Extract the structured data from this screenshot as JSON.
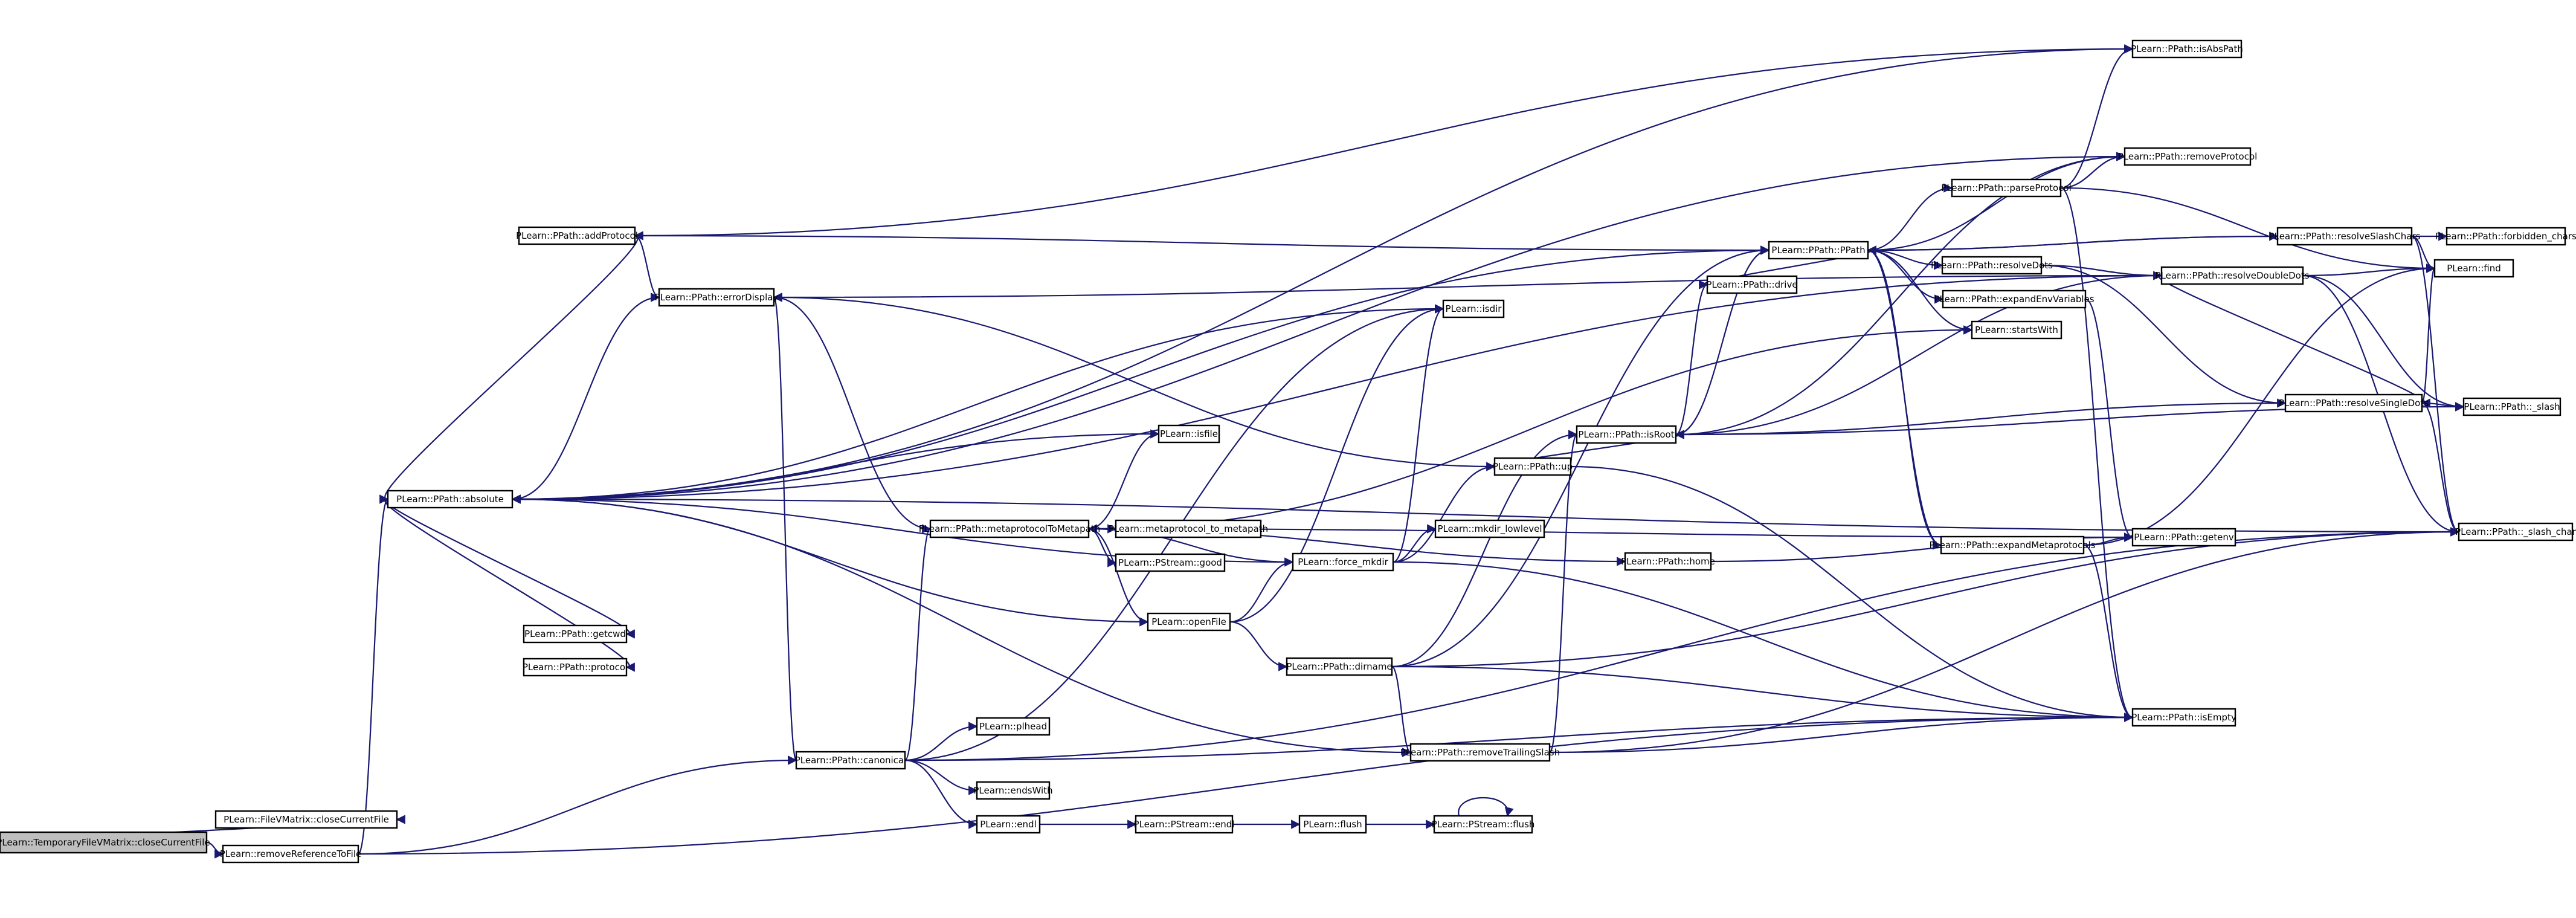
{
  "graph": {
    "edge_color": "#191970",
    "root_fill": "#bfbfbf",
    "nodes": [
      {
        "id": "root",
        "label": "PLearn::TemporaryFileVMatrix::closeCurrentFile",
        "root": true
      },
      {
        "id": "fvm_close",
        "label": "PLearn::FileVMatrix::closeCurrentFile"
      },
      {
        "id": "removeRef",
        "label": "PLearn::removeReferenceToFile"
      },
      {
        "id": "absolute",
        "label": "PLearn::PPath::absolute"
      },
      {
        "id": "addProtocol",
        "label": "PLearn::PPath::addProtocol"
      },
      {
        "id": "errorDisplay",
        "label": "PLearn::PPath::errorDisplay"
      },
      {
        "id": "getcwd",
        "label": "PLearn::PPath::getcwd"
      },
      {
        "id": "protocol",
        "label": "PLearn::PPath::protocol"
      },
      {
        "id": "canonical",
        "label": "PLearn::PPath::canonical"
      },
      {
        "id": "meta2meta",
        "label": "PLearn::PPath::metaprotocolToMetapath"
      },
      {
        "id": "isfile",
        "label": "PLearn::isfile"
      },
      {
        "id": "isdir",
        "label": "PLearn::isdir"
      },
      {
        "id": "mp_to_mp",
        "label": "PLearn::metaprotocol_to_metapath"
      },
      {
        "id": "psgood",
        "label": "PLearn::PStream::good"
      },
      {
        "id": "openFile",
        "label": "PLearn::openFile"
      },
      {
        "id": "force_mkdir",
        "label": "PLearn::force_mkdir"
      },
      {
        "id": "mkdir_lowlevel",
        "label": "PLearn::mkdir_lowlevel"
      },
      {
        "id": "up",
        "label": "PLearn::PPath::up"
      },
      {
        "id": "home",
        "label": "PLearn::PPath::home"
      },
      {
        "id": "dirname",
        "label": "PLearn::PPath::dirname"
      },
      {
        "id": "pl_head",
        "label": "PLearn::plhead"
      },
      {
        "id": "endsWith",
        "label": "PLearn::endsWith"
      },
      {
        "id": "endl",
        "label": "PLearn::endl"
      },
      {
        "id": "ps_endl",
        "label": "PLearn::PStream::endl"
      },
      {
        "id": "flush",
        "label": "PLearn::flush"
      },
      {
        "id": "ps_flush",
        "label": "PLearn::PStream::flush"
      },
      {
        "id": "rts",
        "label": "PLearn::PPath::removeTrailingSlash"
      },
      {
        "id": "drive",
        "label": "PLearn::PPath::drive"
      },
      {
        "id": "isRoot",
        "label": "PLearn::PPath::isRoot"
      },
      {
        "id": "pparse",
        "label": "PLearn::PPath::parseProtocol"
      },
      {
        "id": "ppath",
        "label": "PLearn::PPath::PPath"
      },
      {
        "id": "resolveDots",
        "label": "PLearn::PPath::resolveDots"
      },
      {
        "id": "expEnv",
        "label": "PLearn::PPath::expandEnvVariables"
      },
      {
        "id": "startsWith",
        "label": "PLearn::startsWith"
      },
      {
        "id": "expMeta",
        "label": "PLearn::PPath::expandMetaprotocols"
      },
      {
        "id": "resolveSlash",
        "label": "PLearn::PPath::resolveSlashChars"
      },
      {
        "id": "resolveDouble",
        "label": "PLearn::PPath::resolveDoubleDots"
      },
      {
        "id": "resolveSingle",
        "label": "PLearn::PPath::resolveSingleDots"
      },
      {
        "id": "getenv",
        "label": "PLearn::PPath::getenv"
      },
      {
        "id": "isEmpty",
        "label": "PLearn::PPath::isEmpty"
      },
      {
        "id": "isAbsPath",
        "label": "PLearn::PPath::isAbsPath"
      },
      {
        "id": "removeProtocol",
        "label": "PLearn::PPath::removeProtocol"
      },
      {
        "id": "forbidden",
        "label": "PLearn::PPath::forbidden_chars"
      },
      {
        "id": "find",
        "label": "PLearn::find"
      },
      {
        "id": "slash",
        "label": "PLearn::PPath::_slash"
      },
      {
        "id": "slash_char",
        "label": "PLearn::PPath::_slash_char"
      }
    ],
    "edges": [
      [
        "root",
        "fvm_close"
      ],
      [
        "root",
        "removeRef"
      ],
      [
        "removeRef",
        "absolute"
      ],
      [
        "removeRef",
        "canonical"
      ],
      [
        "removeRef",
        "isEmpty"
      ],
      [
        "absolute",
        "addProtocol"
      ],
      [
        "absolute",
        "errorDisplay"
      ],
      [
        "absolute",
        "getcwd"
      ],
      [
        "absolute",
        "protocol"
      ],
      [
        "absolute",
        "isAbsPath"
      ],
      [
        "absolute",
        "ppath"
      ],
      [
        "absolute",
        "slash_char"
      ],
      [
        "absolute",
        "rts"
      ],
      [
        "absolute",
        "removeProtocol"
      ],
      [
        "addProtocol",
        "errorDisplay"
      ],
      [
        "addProtocol",
        "ppath"
      ],
      [
        "addProtocol",
        "isAbsPath"
      ],
      [
        "errorDisplay",
        "canonical"
      ],
      [
        "canonical",
        "meta2meta"
      ],
      [
        "canonical",
        "pl_head"
      ],
      [
        "canonical",
        "endsWith"
      ],
      [
        "canonical",
        "endl"
      ],
      [
        "canonical",
        "isdir"
      ],
      [
        "canonical",
        "isEmpty"
      ],
      [
        "canonical",
        "slash_char"
      ],
      [
        "meta2meta",
        "errorDisplay"
      ],
      [
        "meta2meta",
        "isfile"
      ],
      [
        "meta2meta",
        "mp_to_mp"
      ],
      [
        "meta2meta",
        "psgood"
      ],
      [
        "meta2meta",
        "openFile"
      ],
      [
        "meta2meta",
        "home"
      ],
      [
        "meta2meta",
        "getenv"
      ],
      [
        "meta2meta",
        "startsWith"
      ],
      [
        "isfile",
        "absolute"
      ],
      [
        "isdir",
        "absolute"
      ],
      [
        "openFile",
        "absolute"
      ],
      [
        "openFile",
        "force_mkdir"
      ],
      [
        "openFile",
        "isdir"
      ],
      [
        "openFile",
        "dirname"
      ],
      [
        "force_mkdir",
        "isdir"
      ],
      [
        "force_mkdir",
        "mkdir_lowlevel"
      ],
      [
        "force_mkdir",
        "up"
      ],
      [
        "force_mkdir",
        "isEmpty"
      ],
      [
        "force_mkdir",
        "absolute"
      ],
      [
        "force_mkdir",
        "meta2meta"
      ],
      [
        "up",
        "errorDisplay"
      ],
      [
        "up",
        "isRoot"
      ],
      [
        "up",
        "isEmpty"
      ],
      [
        "home",
        "getenv"
      ],
      [
        "dirname",
        "rts"
      ],
      [
        "dirname",
        "isRoot"
      ],
      [
        "dirname",
        "isEmpty"
      ],
      [
        "dirname",
        "slash_char"
      ],
      [
        "dirname",
        "ppath"
      ],
      [
        "endl",
        "ps_endl"
      ],
      [
        "ps_endl",
        "flush"
      ],
      [
        "flush",
        "ps_flush"
      ],
      [
        "ps_flush",
        "ps_flush"
      ],
      [
        "rts",
        "isRoot"
      ],
      [
        "rts",
        "isEmpty"
      ],
      [
        "rts",
        "slash_char"
      ],
      [
        "drive",
        "ppath"
      ],
      [
        "isRoot",
        "drive"
      ],
      [
        "isRoot",
        "ppath"
      ],
      [
        "isRoot",
        "removeProtocol"
      ],
      [
        "isRoot",
        "slash"
      ],
      [
        "ppath",
        "pparse"
      ],
      [
        "ppath",
        "resolveDots"
      ],
      [
        "ppath",
        "expEnv"
      ],
      [
        "ppath",
        "startsWith"
      ],
      [
        "ppath",
        "expMeta"
      ],
      [
        "ppath",
        "resolveSlash"
      ],
      [
        "ppath",
        "removeProtocol"
      ],
      [
        "pparse",
        "removeProtocol"
      ],
      [
        "pparse",
        "isAbsPath"
      ],
      [
        "pparse",
        "isEmpty"
      ],
      [
        "pparse",
        "find"
      ],
      [
        "resolveDots",
        "resolveDouble"
      ],
      [
        "resolveDots",
        "resolveSingle"
      ],
      [
        "expEnv",
        "getenv"
      ],
      [
        "expMeta",
        "ppath"
      ],
      [
        "expMeta",
        "getenv"
      ],
      [
        "expMeta",
        "isEmpty"
      ],
      [
        "expMeta",
        "find"
      ],
      [
        "resolveSlash",
        "forbidden"
      ],
      [
        "resolveSlash",
        "find"
      ],
      [
        "resolveSlash",
        "slash_char"
      ],
      [
        "resolveSlash",
        "ppath"
      ],
      [
        "resolveDouble",
        "find"
      ],
      [
        "resolveDouble",
        "slash"
      ],
      [
        "resolveDouble",
        "slash_char"
      ],
      [
        "resolveDouble",
        "resolveSingle"
      ],
      [
        "resolveDouble",
        "isRoot"
      ],
      [
        "resolveDouble",
        "absolute"
      ],
      [
        "resolveDouble",
        "errorDisplay"
      ],
      [
        "resolveSingle",
        "find"
      ],
      [
        "resolveSingle",
        "slash"
      ],
      [
        "resolveSingle",
        "slash_char"
      ],
      [
        "resolveSingle",
        "isRoot"
      ]
    ]
  }
}
